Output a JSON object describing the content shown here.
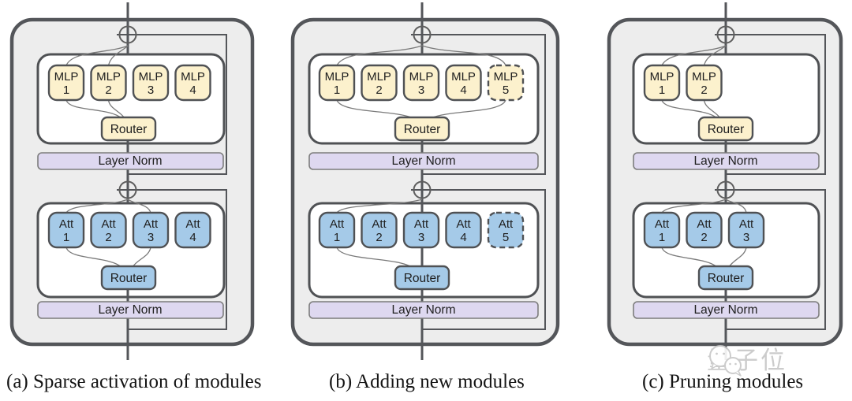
{
  "colors": {
    "mlp_fill": "#fcf1cd",
    "att_fill": "#a5cae8",
    "layer_norm_fill": "#ded8f0",
    "panel_fill": "#ededed",
    "outline": "#54565a"
  },
  "panels": [
    {
      "caption": "(a) Sparse activation of modules",
      "mlp": {
        "layer_norm": "Layer Norm",
        "router": "Router",
        "routed_modules": [
          "MLP 1",
          "MLP 2"
        ],
        "modules": [
          {
            "name": "MLP",
            "num": "1",
            "dashed": false
          },
          {
            "name": "MLP",
            "num": "2",
            "dashed": false
          },
          {
            "name": "MLP",
            "num": "3",
            "dashed": false
          },
          {
            "name": "MLP",
            "num": "4",
            "dashed": false
          }
        ]
      },
      "att": {
        "layer_norm": "Layer Norm",
        "router": "Router",
        "routed_modules": [
          "Att 1",
          "Att 3"
        ],
        "modules": [
          {
            "name": "Att",
            "num": "1",
            "dashed": false
          },
          {
            "name": "Att",
            "num": "2",
            "dashed": false
          },
          {
            "name": "Att",
            "num": "3",
            "dashed": false
          },
          {
            "name": "Att",
            "num": "4",
            "dashed": false
          }
        ]
      }
    },
    {
      "caption": "(b) Adding new modules",
      "mlp": {
        "layer_norm": "Layer Norm",
        "router": "Router",
        "routed_modules": [
          "MLP 1",
          "MLP 5"
        ],
        "modules": [
          {
            "name": "MLP",
            "num": "1",
            "dashed": false
          },
          {
            "name": "MLP",
            "num": "2",
            "dashed": false
          },
          {
            "name": "MLP",
            "num": "3",
            "dashed": false
          },
          {
            "name": "MLP",
            "num": "4",
            "dashed": false
          },
          {
            "name": "MLP",
            "num": "5",
            "dashed": true
          }
        ]
      },
      "att": {
        "layer_norm": "Layer Norm",
        "router": "Router",
        "routed_modules": [
          "Att 1",
          "Att 3"
        ],
        "modules": [
          {
            "name": "Att",
            "num": "1",
            "dashed": false
          },
          {
            "name": "Att",
            "num": "2",
            "dashed": false
          },
          {
            "name": "Att",
            "num": "3",
            "dashed": false
          },
          {
            "name": "Att",
            "num": "4",
            "dashed": false
          },
          {
            "name": "Att",
            "num": "5",
            "dashed": true
          }
        ]
      }
    },
    {
      "caption": "(c) Pruning modules",
      "mlp": {
        "layer_norm": "Layer Norm",
        "router": "Router",
        "routed_modules": [
          "MLP 1",
          "MLP 2"
        ],
        "modules": [
          {
            "name": "MLP",
            "num": "1",
            "dashed": false
          },
          {
            "name": "MLP",
            "num": "2",
            "dashed": false
          }
        ]
      },
      "att": {
        "layer_norm": "Layer Norm",
        "router": "Router",
        "routed_modules": [
          "Att 1",
          "Att 3"
        ],
        "modules": [
          {
            "name": "Att",
            "num": "1",
            "dashed": false
          },
          {
            "name": "Att",
            "num": "2",
            "dashed": false
          },
          {
            "name": "Att",
            "num": "3",
            "dashed": false
          }
        ]
      }
    }
  ],
  "watermark": {
    "text": "量子位",
    "icon": "wechat-icon"
  }
}
